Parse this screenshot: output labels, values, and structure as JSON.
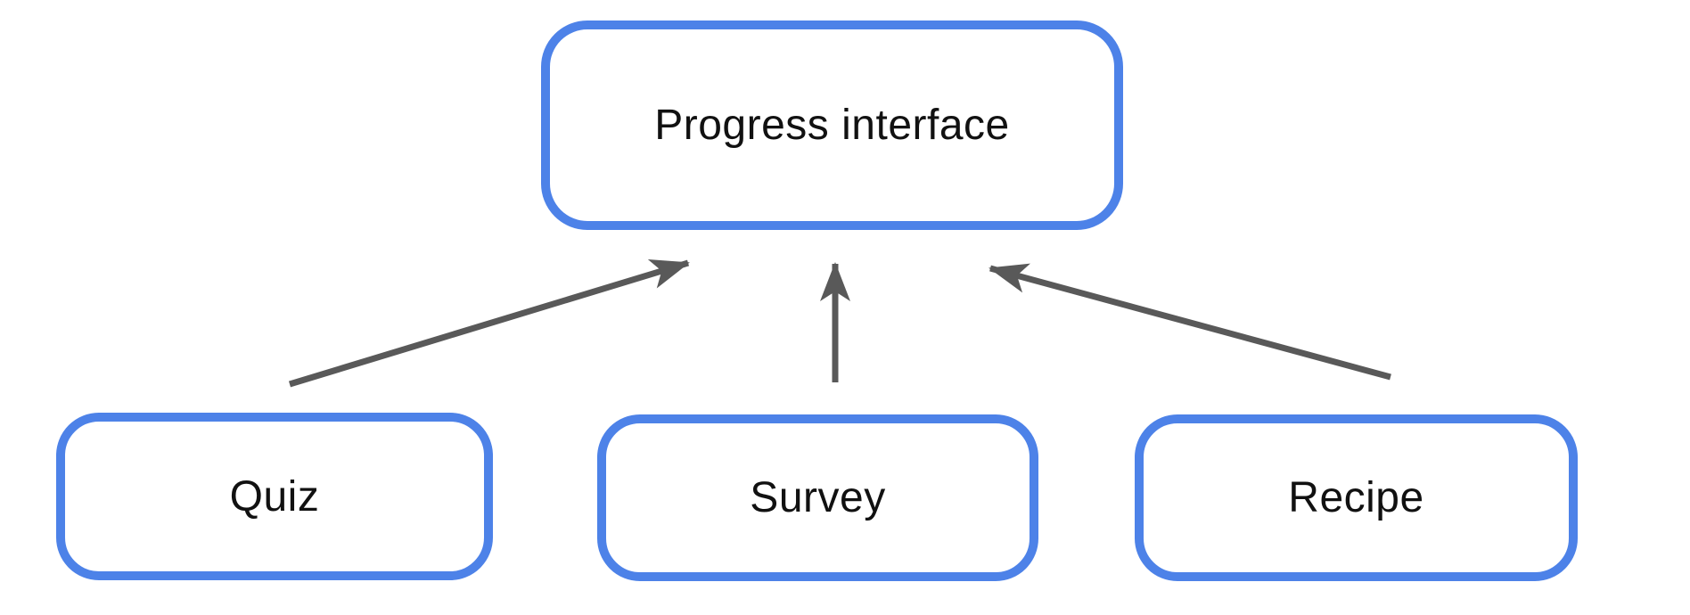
{
  "diagram": {
    "nodes": [
      {
        "id": "progress-interface",
        "label": "Progress interface"
      },
      {
        "id": "quiz",
        "label": "Quiz"
      },
      {
        "id": "survey",
        "label": "Survey"
      },
      {
        "id": "recipe",
        "label": "Recipe"
      }
    ],
    "edges": [
      {
        "from": "quiz",
        "to": "progress-interface",
        "arrowhead": "at-target"
      },
      {
        "from": "survey",
        "to": "progress-interface",
        "arrowhead": "at-target"
      },
      {
        "from": "recipe",
        "to": "progress-interface",
        "arrowhead": "at-target"
      }
    ],
    "colors": {
      "node_border": "#4d82e8",
      "node_fill": "#ffffff",
      "arrow": "#595959",
      "label_text": "#111111",
      "background": "#ffffff"
    }
  }
}
